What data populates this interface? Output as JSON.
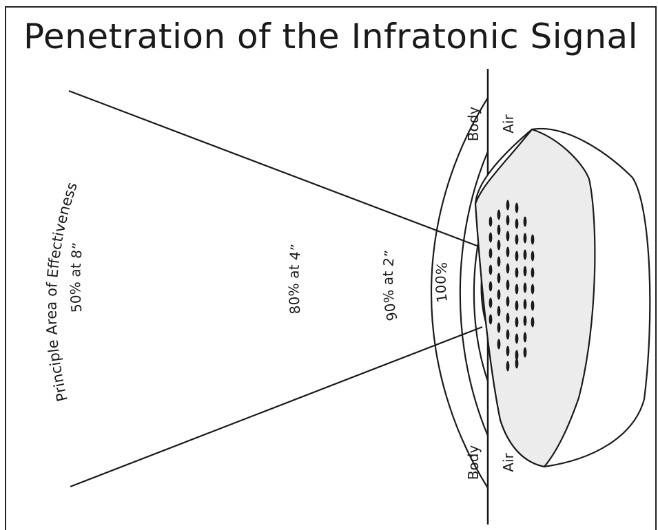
{
  "title": "Penetration of the Infratonic Signal",
  "principle_label": "Principle Area of Effectiveness",
  "zones": [
    {
      "label": "100%"
    },
    {
      "label": "90% at 2”"
    },
    {
      "label": "80% at 4”"
    },
    {
      "label": "50% at 8”"
    }
  ],
  "boundary": {
    "body_label": "Body",
    "air_label": "Air"
  }
}
